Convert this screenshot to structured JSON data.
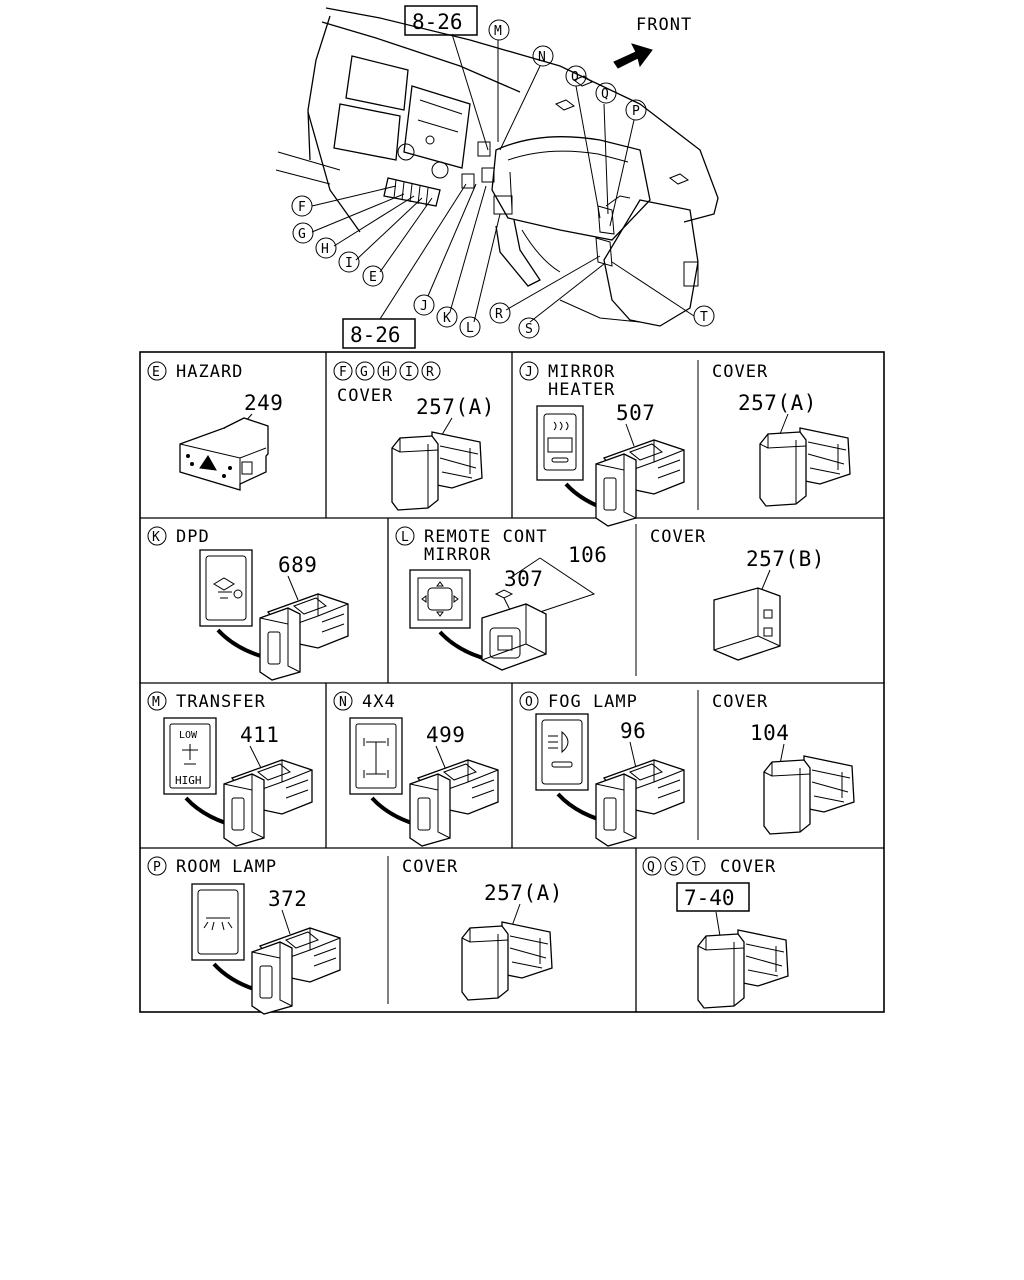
{
  "overview": {
    "front_label": "FRONT",
    "ref_top": "8-26",
    "ref_bottom": "8-26",
    "callouts": [
      "M",
      "N",
      "O",
      "Q",
      "P",
      "F",
      "G",
      "H",
      "I",
      "E",
      "J",
      "K",
      "L",
      "R",
      "S",
      "T"
    ]
  },
  "cells": {
    "E": {
      "letters": [
        "E"
      ],
      "title": "HAZARD",
      "part": "249"
    },
    "FGHIR": {
      "letters": [
        "F",
        "G",
        "H",
        "I",
        "R"
      ],
      "title": "COVER",
      "part": "257(A)"
    },
    "J": {
      "letters": [
        "J"
      ],
      "title_line1": "MIRROR",
      "title_line2": "HEATER",
      "part": "507"
    },
    "J_cover": {
      "title": "COVER",
      "part": "257(A)"
    },
    "K": {
      "letters": [
        "K"
      ],
      "title": "DPD",
      "part": "689"
    },
    "L": {
      "letters": [
        "L"
      ],
      "title_line1": "REMOTE CONT",
      "title_line2": "MIRROR",
      "part": "106",
      "part2": "307"
    },
    "L_cover": {
      "title": "COVER",
      "part": "257(B)"
    },
    "M": {
      "letters": [
        "M"
      ],
      "title": "TRANSFER",
      "part": "411",
      "label_low": "LOW",
      "label_high": "HIGH"
    },
    "N": {
      "letters": [
        "N"
      ],
      "title": "4X4",
      "part": "499"
    },
    "O": {
      "letters": [
        "O"
      ],
      "title": "FOG LAMP",
      "part": "96"
    },
    "O_cover": {
      "title": "COVER",
      "part": "104"
    },
    "P": {
      "letters": [
        "P"
      ],
      "title": "ROOM LAMP",
      "part": "372"
    },
    "P_cover": {
      "title": "COVER",
      "part": "257(A)"
    },
    "QST": {
      "letters": [
        "Q",
        "S",
        "T"
      ],
      "title": "COVER",
      "ref": "7-40"
    }
  }
}
